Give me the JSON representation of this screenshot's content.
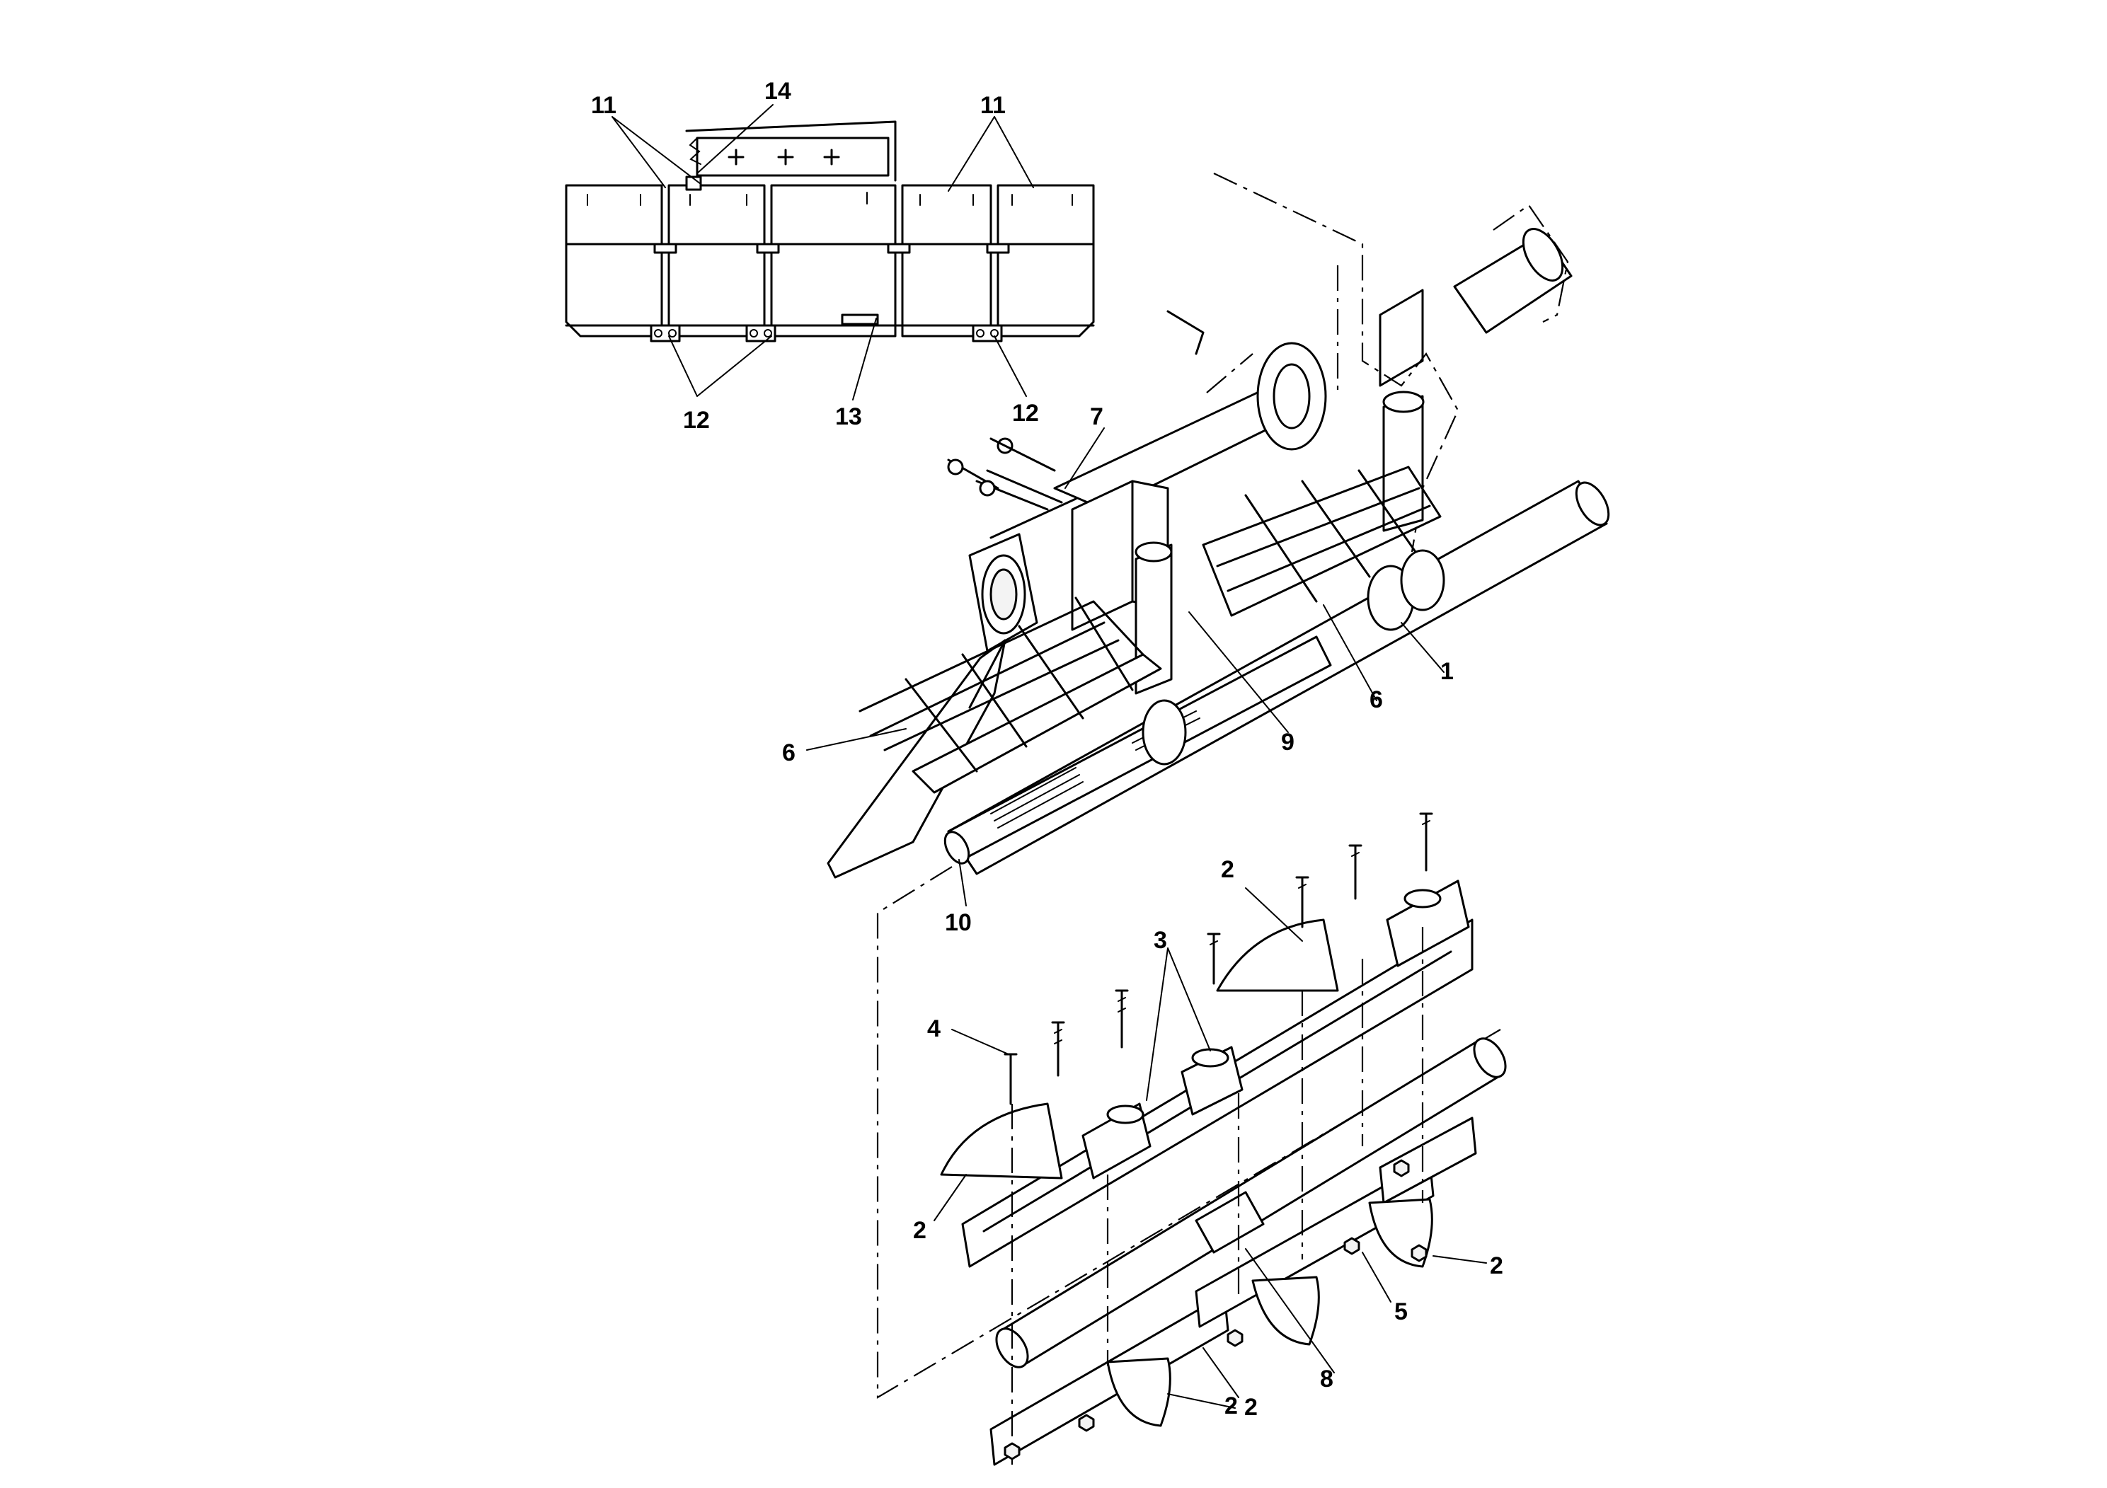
{
  "diagram": {
    "callouts": [
      {
        "id": "c11a",
        "text": "11"
      },
      {
        "id": "c14",
        "text": "14"
      },
      {
        "id": "c11b",
        "text": "11"
      },
      {
        "id": "c12a",
        "text": "12"
      },
      {
        "id": "c13",
        "text": "13"
      },
      {
        "id": "c12b",
        "text": "12"
      },
      {
        "id": "c7",
        "text": "7"
      },
      {
        "id": "c1",
        "text": "1"
      },
      {
        "id": "c6a",
        "text": "6"
      },
      {
        "id": "c9",
        "text": "9"
      },
      {
        "id": "c6b",
        "text": "6"
      },
      {
        "id": "c10",
        "text": "10"
      },
      {
        "id": "c2a",
        "text": "2"
      },
      {
        "id": "c3",
        "text": "3"
      },
      {
        "id": "c4",
        "text": "4"
      },
      {
        "id": "c2b",
        "text": "2"
      },
      {
        "id": "c2c",
        "text": "2"
      },
      {
        "id": "c5",
        "text": "5"
      },
      {
        "id": "c8",
        "text": "8"
      },
      {
        "id": "c2d",
        "text": "2"
      },
      {
        "id": "c2e",
        "text": "2"
      }
    ]
  }
}
